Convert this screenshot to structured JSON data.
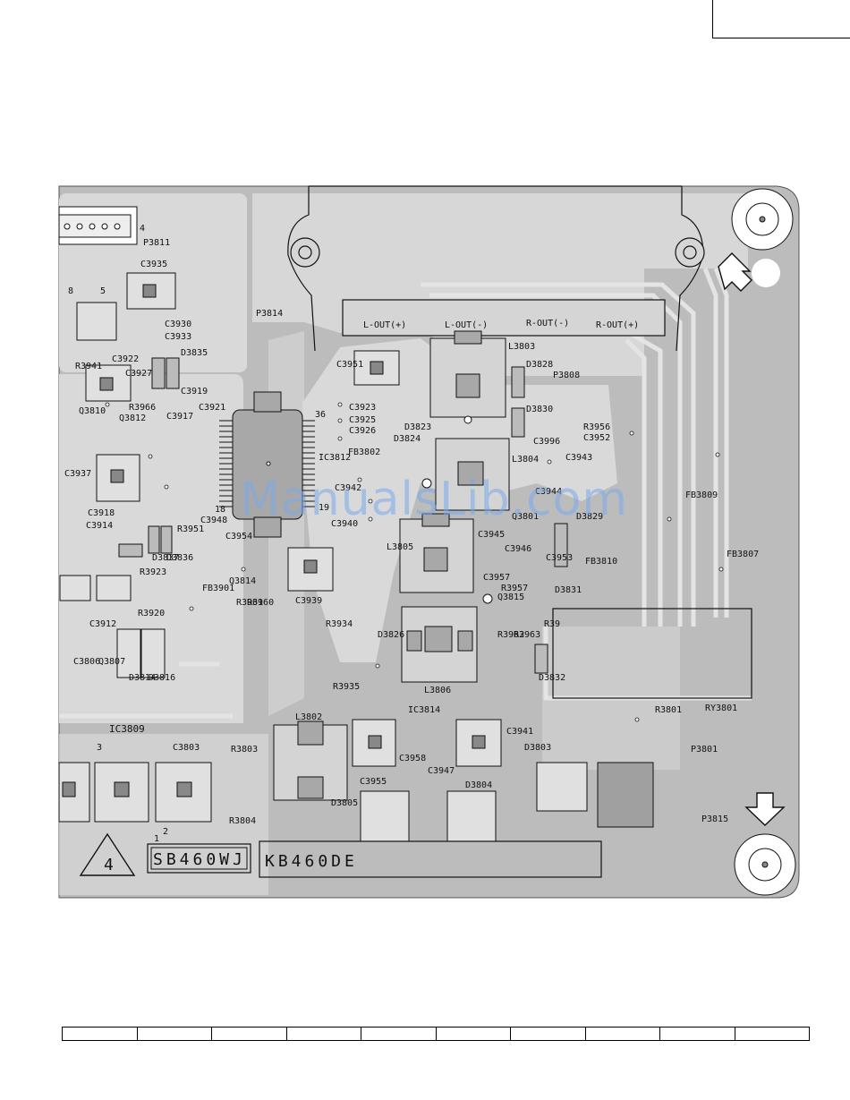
{
  "board": {
    "colors": {
      "background": "#bcbcbc",
      "trace": "#d6d6d6",
      "copper": "#a9a9a9",
      "ink": "#111111",
      "watermark": "#78aaeb"
    },
    "output_labels": {
      "l_out_pos": "L-OUT(+)",
      "l_out_neg": "L-OUT(-)",
      "r_out_neg": "R-OUT(-)",
      "r_out_pos": "R-OUT(+)"
    },
    "board_codes": {
      "left": "SB460WJ",
      "right": "KB460DE"
    },
    "warning_number": "4",
    "watermark": "ManualsLib.com",
    "labels": [
      "P3811",
      "P3814",
      "C3935",
      "C3930",
      "C3933",
      "D3835",
      "C3922",
      "C3927",
      "C3919",
      "Q3810",
      "R3941",
      "Q3812",
      "R3966",
      "C3917",
      "C3921",
      "C3937",
      "C3918",
      "C3914",
      "C3948",
      "R3951",
      "D3837",
      "D3836",
      "R3923",
      "R3920",
      "C3912",
      "D3814",
      "D3816",
      "Q3807",
      "C3806",
      "IC3809",
      "C3803",
      "R3803",
      "R3804",
      "Q3814",
      "R3960",
      "R3961",
      "FB3901",
      "C3954",
      "C3951",
      "C3923",
      "C3925",
      "C3926",
      "D3823",
      "FB3802",
      "D3824",
      "IC3812",
      "C3942",
      "C3940",
      "L3803",
      "D3828",
      "D3830",
      "P3808",
      "R3956",
      "C3952",
      "C3943",
      "C3996",
      "L3804",
      "C3944",
      "Q3801",
      "D3829",
      "C3945",
      "C3946",
      "FB3810",
      "C3953",
      "D3831",
      "R3957",
      "Q3815",
      "C3957",
      "L3805",
      "C3939",
      "R3934",
      "D3826",
      "R3935",
      "R3962",
      "R3963",
      "R39",
      "D3832",
      "L3806",
      "L3802",
      "IC3814",
      "C3941",
      "C3955",
      "C3958",
      "C3947",
      "D3803",
      "D3804",
      "D3805",
      "R3801",
      "RY3801",
      "P3801",
      "P3815",
      "FB3809",
      "FB3807",
      "1",
      "2",
      "3",
      "4",
      "5",
      "8",
      "18",
      "19",
      "36"
    ]
  }
}
